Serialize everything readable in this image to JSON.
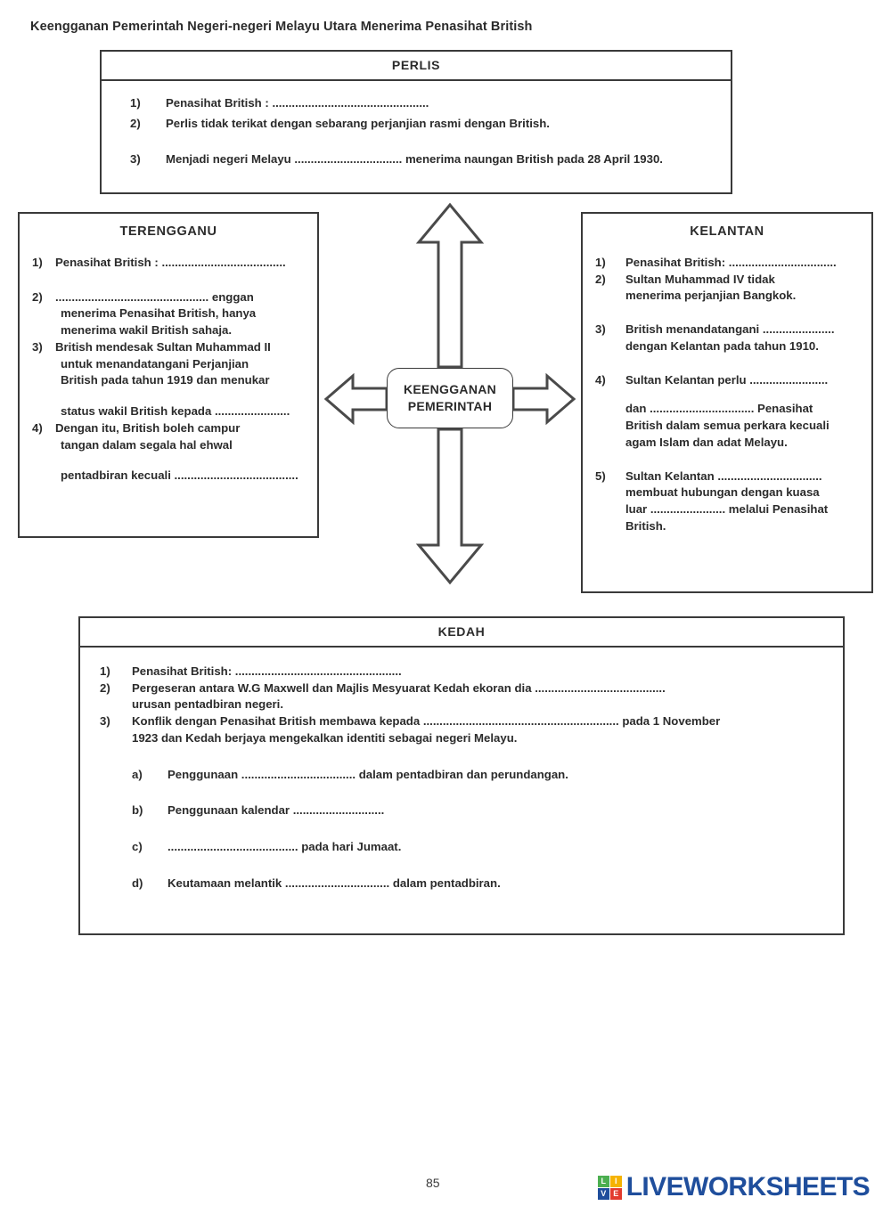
{
  "page": {
    "title": "Keengganan Pemerintah Negeri-negeri Melayu Utara Menerima Penasihat British",
    "number": "85"
  },
  "center": {
    "line1": "KEENGGANAN",
    "line2": "PEMERINTAH"
  },
  "perlis": {
    "header": "PERLIS",
    "items": [
      {
        "num": "1)",
        "text": "Penasihat British :   ................................................"
      },
      {
        "num": "2)",
        "text": "Perlis tidak terikat dengan sebarang perjanjian rasmi dengan British."
      },
      {
        "num": "3)",
        "text": "Menjadi negeri Melayu ................................. menerima naungan British pada 28 April 1930."
      }
    ]
  },
  "terengganu": {
    "header": "TERENGGANU",
    "items": [
      {
        "num": "1)",
        "text": "Penasihat British : ......................................"
      },
      {
        "num": "2)",
        "text": "............................................... enggan"
      },
      {
        "num": "",
        "text": "menerima Penasihat British, hanya"
      },
      {
        "num": "",
        "text": "menerima wakil British sahaja."
      },
      {
        "num": "3)",
        "text": "British mendesak Sultan Muhammad II"
      },
      {
        "num": "",
        "text": "untuk menandatangani Perjanjian"
      },
      {
        "num": "",
        "text": "British  pada tahun 1919 dan menukar"
      },
      {
        "num": "",
        "text": "status wakil British kepada ......................."
      },
      {
        "num": "4)",
        "text": "Dengan itu, British boleh campur"
      },
      {
        "num": "",
        "text": "tangan dalam segala hal ehwal"
      },
      {
        "num": "",
        "text": "pentadbiran kecuali ......................................"
      }
    ]
  },
  "kelantan": {
    "header": "KELANTAN",
    "items": [
      {
        "num": "1)",
        "text": "Penasihat British: ................................."
      },
      {
        "num": "2)",
        "text": "Sultan Muhammad IV tidak"
      },
      {
        "num": "",
        "text": "menerima perjanjian Bangkok."
      },
      {
        "num": "3)",
        "text": "British menandatangani ......................"
      },
      {
        "num": "",
        "text": "dengan Kelantan pada tahun 1910."
      },
      {
        "num": "4)",
        "text": "Sultan Kelantan perlu ........................"
      },
      {
        "num": "",
        "text": "dan ................................ Penasihat"
      },
      {
        "num": "",
        "text": "British dalam semua perkara kecuali"
      },
      {
        "num": "",
        "text": "agam Islam dan adat Melayu."
      },
      {
        "num": "5)",
        "text": "Sultan Kelantan ................................"
      },
      {
        "num": "",
        "text": "membuat hubungan dengan kuasa"
      },
      {
        "num": "",
        "text": "luar ....................... melalui Penasihat"
      },
      {
        "num": "",
        "text": "British."
      }
    ]
  },
  "kedah": {
    "header": "KEDAH",
    "items": [
      {
        "num": "1)",
        "text": "Penasihat British: ..................................................."
      },
      {
        "num": "2)",
        "text": "Pergeseran antara W.G Maxwell dan Majlis Mesyuarat Kedah ekoran dia ........................................"
      },
      {
        "num": "",
        "text": "urusan pentadbiran negeri."
      },
      {
        "num": "3)",
        "text": "Konflik dengan Penasihat British membawa kepada ............................................................ pada 1 November"
      },
      {
        "num": "",
        "text": "1923 dan Kedah berjaya mengekalkan identiti sebagai negeri Melayu."
      }
    ],
    "subitems": [
      {
        "num": "a)",
        "text": "Penggunaan ................................... dalam pentadbiran dan perundangan."
      },
      {
        "num": "b)",
        "text": "Penggunaan kalendar ............................"
      },
      {
        "num": "c)",
        "text": "........................................  pada hari Jumaat."
      },
      {
        "num": "d)",
        "text": "Keutamaan melantik ................................ dalam pentadbiran."
      }
    ]
  },
  "logo": {
    "tiles": [
      "L",
      "I",
      "V",
      "E"
    ],
    "word": "LIVEWORKSHEETS",
    "colors": {
      "l": "#4caf50",
      "i": "#f5b301",
      "v": "#1f4e9c",
      "e": "#e23b2e",
      "word": "#1f4e9c"
    }
  }
}
